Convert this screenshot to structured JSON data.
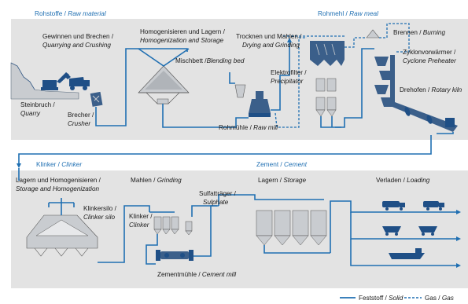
{
  "sections": {
    "raw_material": {
      "de": "Rohstoffe / ",
      "en": "Raw material"
    },
    "raw_meal": {
      "de": "Rohmehl / ",
      "en": "Raw meal"
    },
    "clinker": {
      "de": "Klinker / ",
      "en": "Clinker"
    },
    "cement": {
      "de": "Zement / ",
      "en": "Cement"
    }
  },
  "labels": {
    "quarrying_de": "Gewinnen und Brechen /",
    "quarrying_en": "Quarrying and Crushing",
    "homogenizing_de": "Homogenisieren und Lagern /",
    "homogenizing_en": "Homogenization and Storage",
    "blending_de": "Mischbett /",
    "blending_en": "Blending bed",
    "quarry_de": "Steinbruch /",
    "quarry_en": "Quarry",
    "crusher_de": "Brecher /",
    "crusher_en": "Crusher",
    "drying_de": "Trocknen und Mahlen /",
    "drying_en": "Drying and Grinding",
    "precipitator_de": "Elektrofilter /",
    "precipitator_en": "Precipitator",
    "rawmill_de": "Rohmühle / ",
    "rawmill_en": "Raw mill",
    "burning_de": "Brennen / ",
    "burning_en": "Burning",
    "preheater_de": "Zyklonvorwärmer /",
    "preheater_en": "Cyclone Preheater",
    "kiln_de": "Drehofen / ",
    "kiln_en": "Rotary kiln",
    "storage_hom_de": "Lagern und Homogenisieren /",
    "storage_hom_en": "Storage and Homogenization",
    "clinkersilo_de": "Klinkersilo /",
    "clinkersilo_en": "Clinker silo",
    "grinding_de": "Mahlen / ",
    "grinding_en": "Grinding",
    "clinker_de": "Klinker /",
    "clinker_en": "Clinker",
    "sulphate_de": "Sulfatträger /",
    "sulphate_en": "Sulphate",
    "cementmill_de": "Zementmühle / ",
    "cementmill_en": "Cement mill",
    "storage_de": "Lagern / ",
    "storage_en": "Storage",
    "loading_de": "Verladen / ",
    "loading_en": "Loading"
  },
  "legend": {
    "solid_de": "Feststoff / ",
    "solid_en": "Solid",
    "gas_de": "Gas / ",
    "gas_en": "Gas"
  },
  "colors": {
    "flow": "#1f6fb2",
    "panel": "#e3e3e3",
    "equipment": "#c9ccd0",
    "equipment_dark": "#3b5f8a",
    "text": "#1a1a1a"
  }
}
